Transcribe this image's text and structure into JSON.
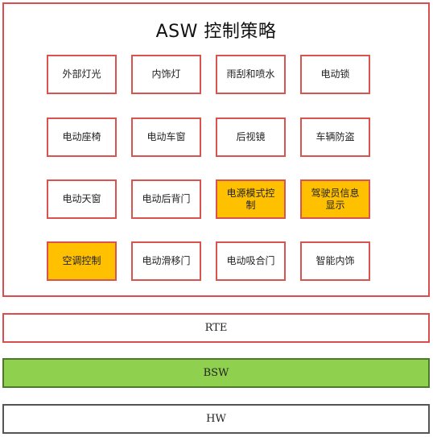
{
  "asw": {
    "title": "ASW   控制策略",
    "modules": [
      {
        "label": "外部灯光",
        "highlight": false
      },
      {
        "label": "内饰灯",
        "highlight": false
      },
      {
        "label": "雨刮和喷水",
        "highlight": false
      },
      {
        "label": "电动锁",
        "highlight": false
      },
      {
        "label": "电动座椅",
        "highlight": false
      },
      {
        "label": "电动车窗",
        "highlight": false
      },
      {
        "label": "后视镜",
        "highlight": false
      },
      {
        "label": "车辆防盗",
        "highlight": false
      },
      {
        "label": "电动天窗",
        "highlight": false
      },
      {
        "label": "电动后背门",
        "highlight": false
      },
      {
        "label": "电源模式控制",
        "highlight": true
      },
      {
        "label": "驾驶员信息显示",
        "highlight": true
      },
      {
        "label": "空调控制",
        "highlight": true
      },
      {
        "label": "电动滑移门",
        "highlight": false
      },
      {
        "label": "电动吸合门",
        "highlight": false
      },
      {
        "label": "智能内饰",
        "highlight": false
      }
    ]
  },
  "layers": {
    "rte": "RTE",
    "bsw": "BSW",
    "hw": "HW"
  },
  "colors": {
    "border_red": "#dc4c4c",
    "highlight": "#ffc000",
    "bsw_fill": "#8fd14f"
  }
}
